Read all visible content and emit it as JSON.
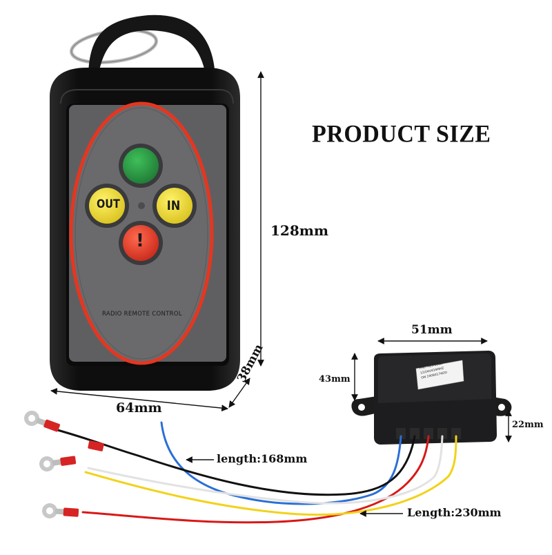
{
  "title": "PRODUCT SIZE",
  "dimensions": {
    "remote_height": "128mm",
    "remote_width": "64mm",
    "remote_depth": "38mm",
    "receiver_width": "51mm",
    "receiver_height": "43mm",
    "receiver_depth": "22mm",
    "wire_length_short": "length:168mm",
    "wire_length_long": "Length:230mm"
  },
  "remote": {
    "label": "RADIO REMOTE CONTROL",
    "buttons": {
      "out": "OUT",
      "in": "IN",
      "alert": "!"
    }
  },
  "receiver": {
    "sticker_lines": [
      "PML: HLS-209A",
      "12/24V434MHZ",
      "ON 24090174OD"
    ]
  },
  "colors": {
    "green_button": "#2e9a45",
    "yellow_button": "#f2e23a",
    "red_button": "#e8402e",
    "oval_ring": "#e5361f",
    "body": "#141414",
    "panel": "#5f5f62",
    "wire_red": "#d81818",
    "wire_yellow": "#f2d21a",
    "wire_white": "#e8e8e8",
    "wire_black": "#111111",
    "wire_blue": "#2a6fd6"
  },
  "icons": [
    "key-ring-icon",
    "ring-terminal-icon"
  ]
}
